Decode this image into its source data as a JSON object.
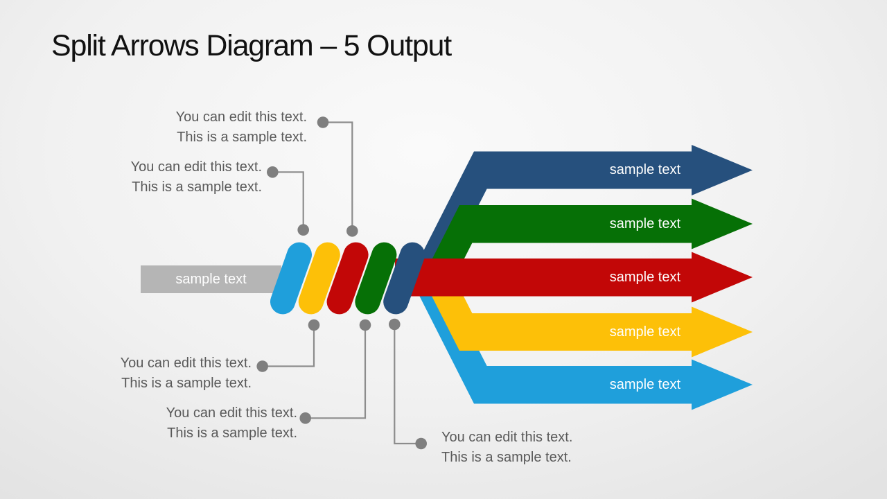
{
  "slide": {
    "title": "Split Arrows Diagram – 5 Output"
  },
  "colors": {
    "dark_blue": "#26507D",
    "green": "#067006",
    "red": "#C20707",
    "yellow": "#FDC008",
    "light_blue": "#1F9FDB",
    "gray_bar": "#B5B5B5",
    "connector_line": "#8C8C8C",
    "connector_dot": "#7F7F7F",
    "callout_text": "#595959",
    "title_text": "#111111",
    "label_text": "#FFFFFF"
  },
  "input_bar": {
    "label": "sample text"
  },
  "outputs": [
    {
      "label": "sample text",
      "color": "dark-blue"
    },
    {
      "label": "sample text",
      "color": "green"
    },
    {
      "label": "sample text",
      "color": "red"
    },
    {
      "label": "sample text",
      "color": "yellow"
    },
    {
      "label": "sample text",
      "color": "light-blue"
    }
  ],
  "callouts": [
    {
      "line1": "You can edit this text.",
      "line2": "This is a sample text."
    },
    {
      "line1": "You can edit this text.",
      "line2": "This is a sample text."
    },
    {
      "line1": "You can edit this text.",
      "line2": "This is a sample text."
    },
    {
      "line1": "You can edit this text.",
      "line2": "This is a sample text."
    },
    {
      "line1": "You can edit this text.",
      "line2": "This is a sample text."
    }
  ]
}
